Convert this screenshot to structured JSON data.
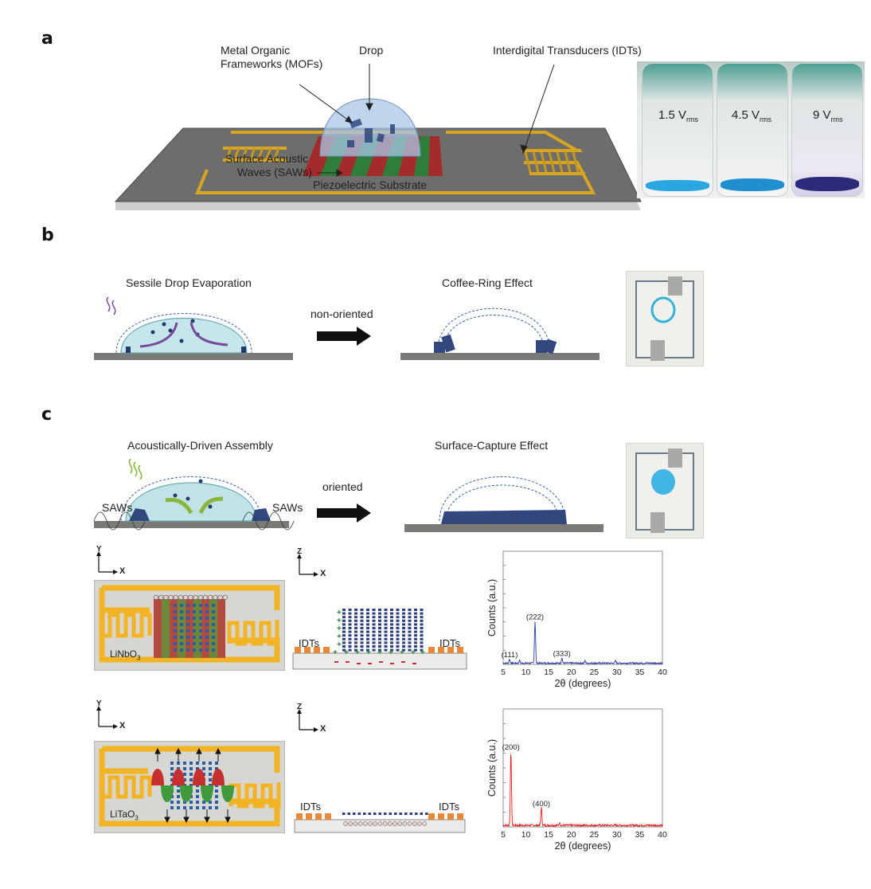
{
  "figure": {
    "panels": {
      "a": {
        "label": "a",
        "annotations": {
          "mofs_line1": "Metal Organic",
          "mofs_line2": "Frameworks (MOFs)",
          "drop": "Drop",
          "idts": "Interdigital Transducers (IDTs)",
          "saws_line1": "Surface Acoustic",
          "saws_line2": "Waves (SAWs)",
          "substrate": "Piezoelectric Substrate"
        },
        "vials": [
          {
            "voltage": "1.5 V",
            "subscript": "rms",
            "powder_color": "#2aa7e0"
          },
          {
            "voltage": "4.5 V",
            "subscript": "rms",
            "powder_color": "#1f8fd0"
          },
          {
            "voltage": "9 V",
            "subscript": "rms",
            "powder_color": "#2b2b7a"
          }
        ]
      },
      "b": {
        "label": "b",
        "left_title": "Sessile Drop Evaporation",
        "arrow_label": "non-oriented",
        "right_title": "Coffee-Ring Effect"
      },
      "c": {
        "label": "c",
        "left_title": "Acoustically-Driven Assembly",
        "saws_left": "SAWs",
        "saws_right": "SAWs",
        "arrow_label": "oriented",
        "right_title": "Surface-Capture Effect",
        "row1": {
          "axes_top_y": "Y",
          "axes_top_x": "X",
          "substrate": "LiNbO",
          "substrate_sub": "3",
          "axes_side_z": "Z",
          "axes_side_x": "X",
          "idts_left": "IDTs",
          "idts_right": "IDTs"
        },
        "row2": {
          "axes_top_y": "Y",
          "axes_top_x": "X",
          "substrate": "LiTaO",
          "substrate_sub": "3",
          "axes_side_z": "Z",
          "axes_side_x": "X",
          "idts_left": "IDTs",
          "idts_right": "IDTs"
        }
      }
    }
  },
  "chart_data": [
    {
      "type": "line",
      "title": "",
      "xlabel": "2θ (degrees)",
      "ylabel": "Counts (a.u.)",
      "xlim": [
        5,
        40
      ],
      "ylim": [
        0,
        1
      ],
      "xticks": [
        5,
        10,
        15,
        20,
        25,
        30,
        35,
        40
      ],
      "yticks_labeled": false,
      "grid": false,
      "series": [
        {
          "name": "LiNbO3",
          "color": "#2f3aa0",
          "peaks": [
            {
              "x": 6.4,
              "y": 0.035,
              "label": "(111)"
            },
            {
              "x": 8.6,
              "y": 0.025,
              "label": ""
            },
            {
              "x": 12.0,
              "y": 0.37,
              "label": "(222)"
            },
            {
              "x": 17.9,
              "y": 0.045,
              "label": "(333)"
            },
            {
              "x": 23.0,
              "y": 0.02,
              "label": ""
            },
            {
              "x": 29.7,
              "y": 0.02,
              "label": ""
            }
          ],
          "baseline": 0.01
        }
      ]
    },
    {
      "type": "line",
      "title": "",
      "xlabel": "2θ (degrees)",
      "ylabel": "Counts (a.u.)",
      "xlim": [
        5,
        40
      ],
      "ylim": [
        0,
        1
      ],
      "xticks": [
        5,
        10,
        15,
        20,
        25,
        30,
        35,
        40
      ],
      "yticks_labeled": false,
      "grid": false,
      "series": [
        {
          "name": "LiTaO3",
          "color": "#e21a1a",
          "peaks": [
            {
              "x": 6.7,
              "y": 0.63,
              "label": "(200)"
            },
            {
              "x": 13.4,
              "y": 0.15,
              "label": "(400)"
            },
            {
              "x": 17.4,
              "y": 0.02,
              "label": ""
            }
          ],
          "baseline": 0.012
        }
      ]
    }
  ]
}
